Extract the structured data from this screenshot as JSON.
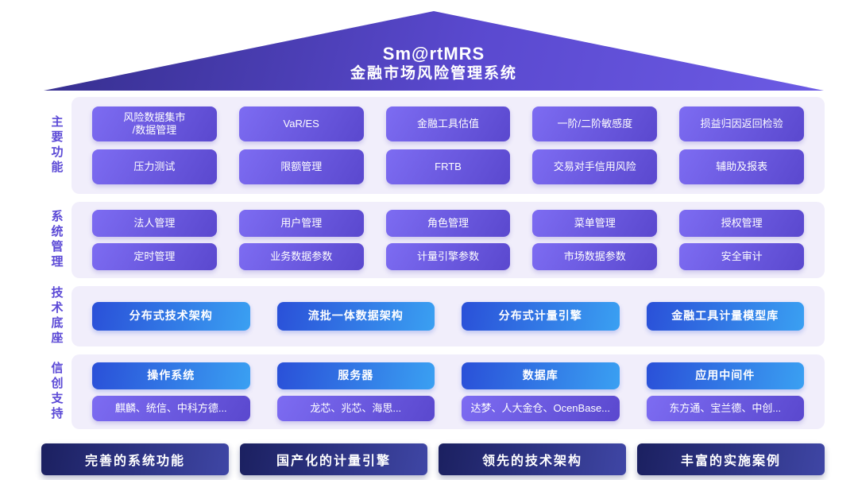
{
  "header": {
    "product": "Sm@rtMRS",
    "subtitle": "金融市场风险管理系统"
  },
  "sections": [
    {
      "label": "主要功能",
      "rows": [
        [
          "风险数据集市\n/数据管理",
          "VaR/ES",
          "金融工具估值",
          "一阶/二阶敏感度",
          "损益归因返回检验"
        ],
        [
          "压力测试",
          "限额管理",
          "FRTB",
          "交易对手信用风险",
          "辅助及报表"
        ]
      ]
    },
    {
      "label": "系统管理",
      "rows": [
        [
          "法人管理",
          "用户管理",
          "角色管理",
          "菜单管理",
          "授权管理"
        ],
        [
          "定时管理",
          "业务数据参数",
          "计量引擎参数",
          "市场数据参数",
          "安全审计"
        ]
      ]
    },
    {
      "label": "技术底座",
      "rows": [
        [
          "分布式技术架构",
          "流批一体数据架构",
          "分布式计量引擎",
          "金融工具计量模型库"
        ]
      ]
    },
    {
      "label": "信创支持",
      "rows": [
        [
          "操作系统",
          "服务器",
          "数据库",
          "应用中间件"
        ],
        [
          "麒麟、统信、中科方德...",
          "龙芯、兆芯、海思...",
          "达梦、人大金仓、OcenBase...",
          "东方通、宝兰德、中创..."
        ]
      ]
    }
  ],
  "footer": [
    "完善的系统功能",
    "国产化的计量引擎",
    "领先的技术架构",
    "丰富的实施案例"
  ],
  "colors": {
    "roof": "#5a49cf",
    "panel_bg": "#f1eefb",
    "purple_button": "#6a5ae0",
    "blue_button": "#2f7ae6",
    "navy_button": "#232a6e",
    "label_text": "#5b49d6"
  }
}
